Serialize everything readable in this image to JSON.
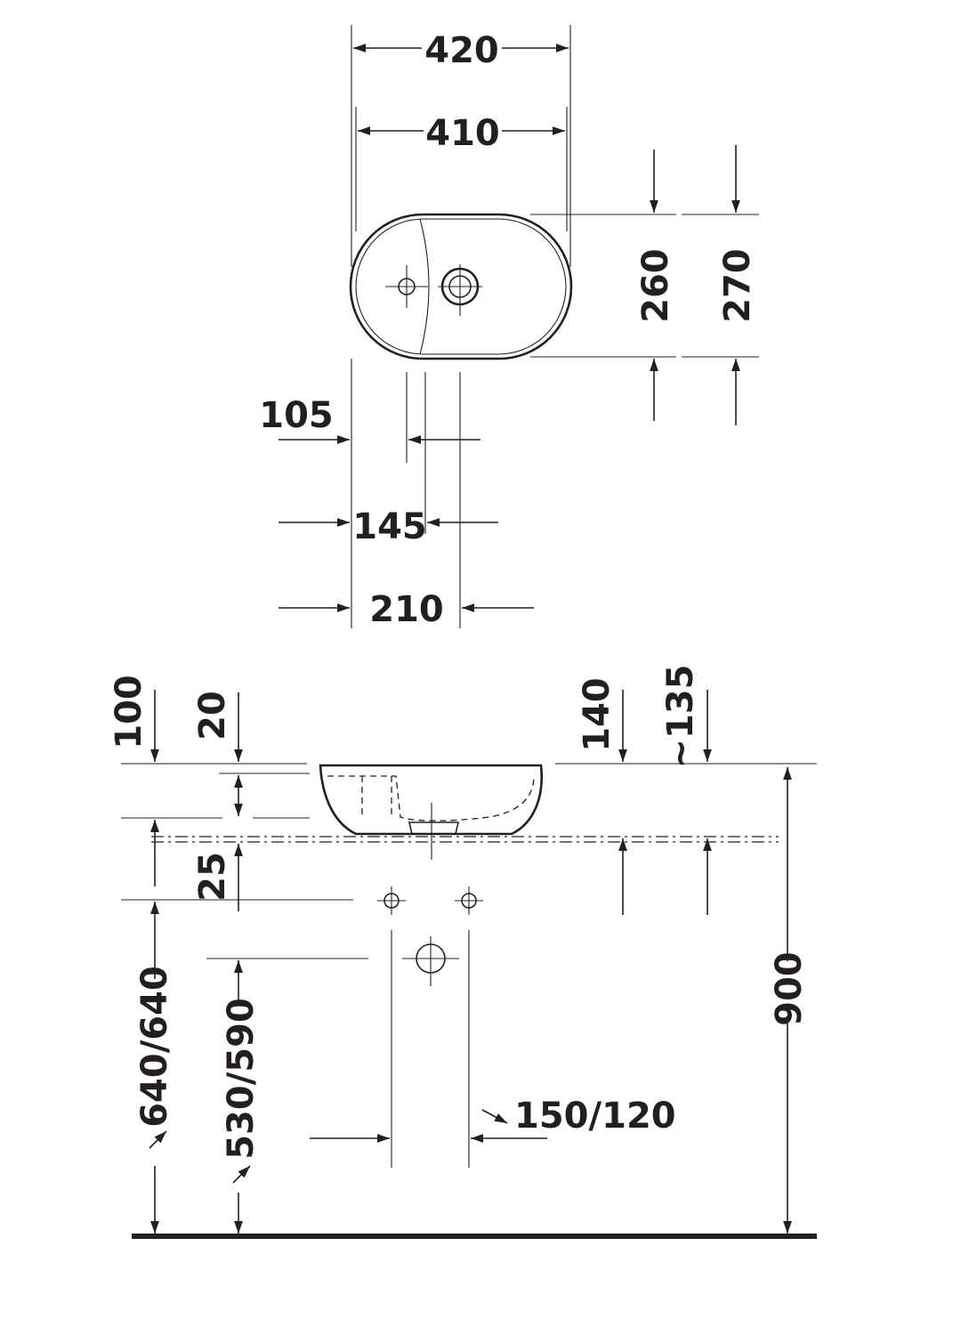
{
  "top_view": {
    "width_outer": "420",
    "width_inner": "410",
    "depth_inner": "260",
    "depth_outer": "270",
    "tap_offset": "105",
    "drain_offset": "145",
    "half_width": "210"
  },
  "side_view": {
    "rim_offset": "100",
    "rim_thickness": "20",
    "base_thickness": "25",
    "bowl_height": "140",
    "bowl_height_approx": "~135",
    "supply_height": "640/640",
    "drain_height": "530/590",
    "supply_spacing": "150/120",
    "total_height": "900"
  },
  "colors": {
    "line": "#231f20",
    "background": "#ffffff"
  }
}
